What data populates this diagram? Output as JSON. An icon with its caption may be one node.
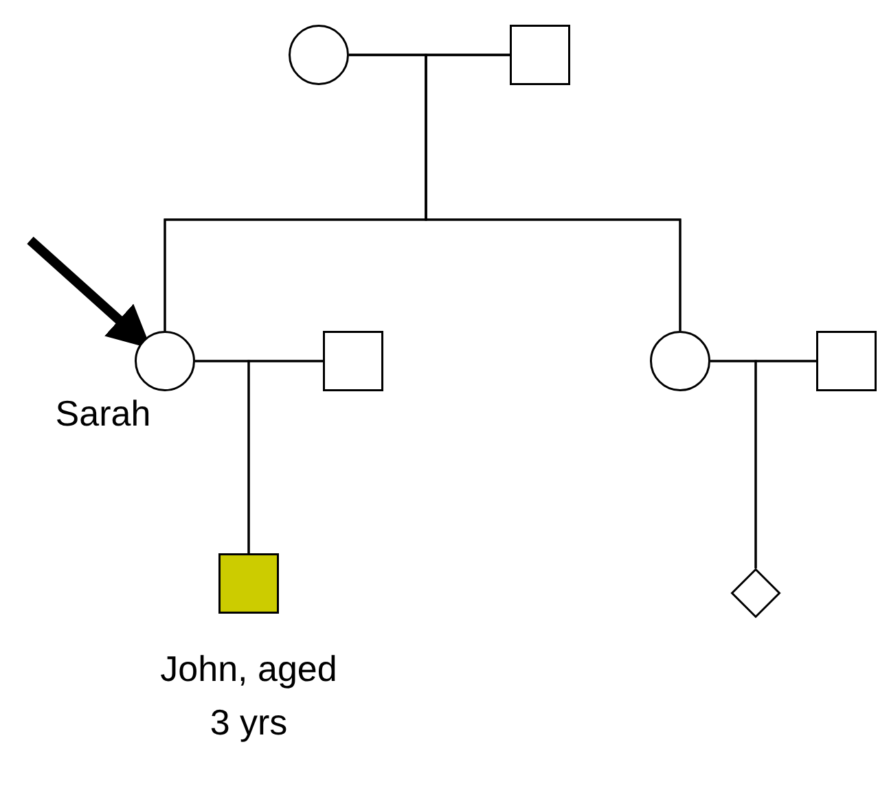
{
  "diagram": {
    "nodes": [
      {
        "text": [],
        "shape": "circle"
      },
      {
        "text": [],
        "shape": "box"
      },
      {
        "text": [],
        "shape": "circle",
        "beside": [
          "Sarah"
        ]
      },
      {
        "text": [],
        "shape": "box"
      },
      {
        "text": [],
        "shape": "circle"
      },
      {
        "text": [],
        "shape": "box"
      },
      {
        "text": [],
        "shape": "box",
        "beside": [
          "John, aged 3 yrs"
        ]
      },
      {
        "text": [],
        "shape": "diamond"
      }
    ],
    "edges": [
      {
        "from": 0,
        "to": 1,
        "arrow": "none"
      },
      {
        "from": 0,
        "to": 2,
        "arrow": "none"
      },
      {
        "from": 1,
        "to": 2,
        "arrow": "none"
      },
      {
        "from": 0,
        "to": 4,
        "arrow": "none"
      },
      {
        "from": 1,
        "to": 4,
        "arrow": "none"
      },
      {
        "from": 2,
        "to": 3,
        "arrow": "none"
      },
      {
        "from": 2,
        "to": 6,
        "arrow": "none"
      },
      {
        "from": 3,
        "to": 6,
        "arrow": "none"
      },
      {
        "from": 4,
        "to": 5,
        "arrow": "none"
      },
      {
        "from": 4,
        "to": 7,
        "arrow": "none"
      },
      {
        "from": 5,
        "to": 7,
        "arrow": "none"
      },
      {
        "from": null,
        "to": 2,
        "arrow": "to",
        "style": "thick"
      }
    ]
  }
}
